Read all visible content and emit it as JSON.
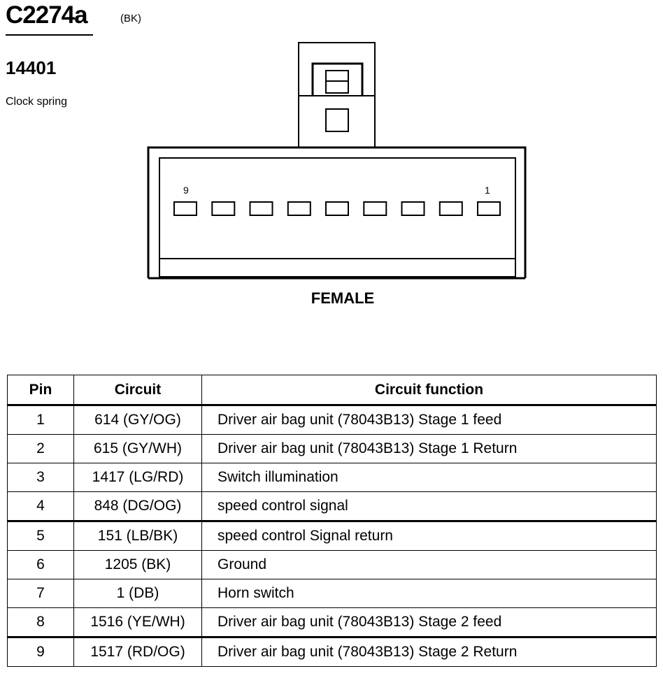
{
  "header": {
    "connector_id": "C2274a",
    "connector_color": "(BK)",
    "part_number": "14401",
    "component_name": "Clock spring"
  },
  "connector": {
    "pin_labels": {
      "left": "9",
      "right": "1"
    },
    "cavity_count": 9,
    "gender": "FEMALE"
  },
  "table": {
    "headers": {
      "pin": "Pin",
      "circuit": "Circuit",
      "function": "Circuit function"
    },
    "rows": [
      {
        "pin": "1",
        "circuit": "614 (GY/OG)",
        "function": "Driver air bag unit (78043B13) Stage 1 feed"
      },
      {
        "pin": "2",
        "circuit": "615 (GY/WH)",
        "function": "Driver air bag unit (78043B13) Stage 1 Return"
      },
      {
        "pin": "3",
        "circuit": "1417 (LG/RD)",
        "function": "Switch illumination"
      },
      {
        "pin": "4",
        "circuit": "848 (DG/OG)",
        "function": "speed control signal"
      },
      {
        "pin": "5",
        "circuit": "151 (LB/BK)",
        "function": "speed control Signal return"
      },
      {
        "pin": "6",
        "circuit": "1205 (BK)",
        "function": "Ground"
      },
      {
        "pin": "7",
        "circuit": "1 (DB)",
        "function": "Horn switch"
      },
      {
        "pin": "8",
        "circuit": "1516 (YE/WH)",
        "function": "Driver air bag unit (78043B13) Stage 2 feed"
      },
      {
        "pin": "9",
        "circuit": "1517 (RD/OG)",
        "function": "Driver air bag unit (78043B13) Stage 2 Return"
      }
    ]
  }
}
